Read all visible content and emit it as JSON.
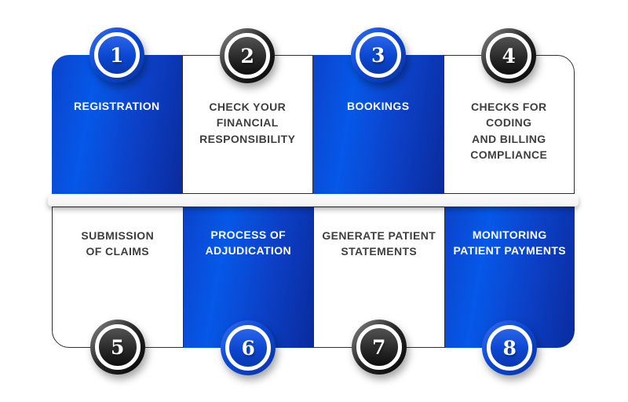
{
  "diagram": {
    "type": "process-flow",
    "rows": 2,
    "columns": 4,
    "colors": {
      "blue_bright": "#0658E8",
      "blue_mid": "#0B43CC",
      "blue_navy": "#0A2B9E",
      "dark_circle": "#1A1A1A",
      "white_card_text": "#3E3E3E",
      "blue_card_text": "#FFFFFF",
      "divider_band": "#F7F7F7",
      "ring": "#FFFFFF"
    },
    "steps": [
      {
        "number": "1",
        "label": "REGISTRATION",
        "card": "blue",
        "circle": "blue",
        "circle_position": "top"
      },
      {
        "number": "2",
        "label": "CHECK YOUR\nFINANCIAL\nRESPONSIBILITY",
        "card": "white",
        "circle": "dark",
        "circle_position": "top"
      },
      {
        "number": "3",
        "label": "BOOKINGS",
        "card": "blue",
        "circle": "blue",
        "circle_position": "top"
      },
      {
        "number": "4",
        "label": "CHECKS FOR\nCODING\nAND BILLING\nCOMPLIANCE",
        "card": "white",
        "circle": "dark",
        "circle_position": "top"
      },
      {
        "number": "5",
        "label": "SUBMISSION\nOF CLAIMS",
        "card": "white",
        "circle": "dark",
        "circle_position": "bottom"
      },
      {
        "number": "6",
        "label": "PROCESS OF\nADJUDICATION",
        "card": "blue",
        "circle": "blue",
        "circle_position": "bottom"
      },
      {
        "number": "7",
        "label": "GENERATE PATIENT\nSTATEMENTS",
        "card": "white",
        "circle": "dark",
        "circle_position": "bottom"
      },
      {
        "number": "8",
        "label": "MONITORING\nPATIENT PAYMENTS",
        "card": "blue",
        "circle": "blue",
        "circle_position": "bottom"
      }
    ]
  }
}
